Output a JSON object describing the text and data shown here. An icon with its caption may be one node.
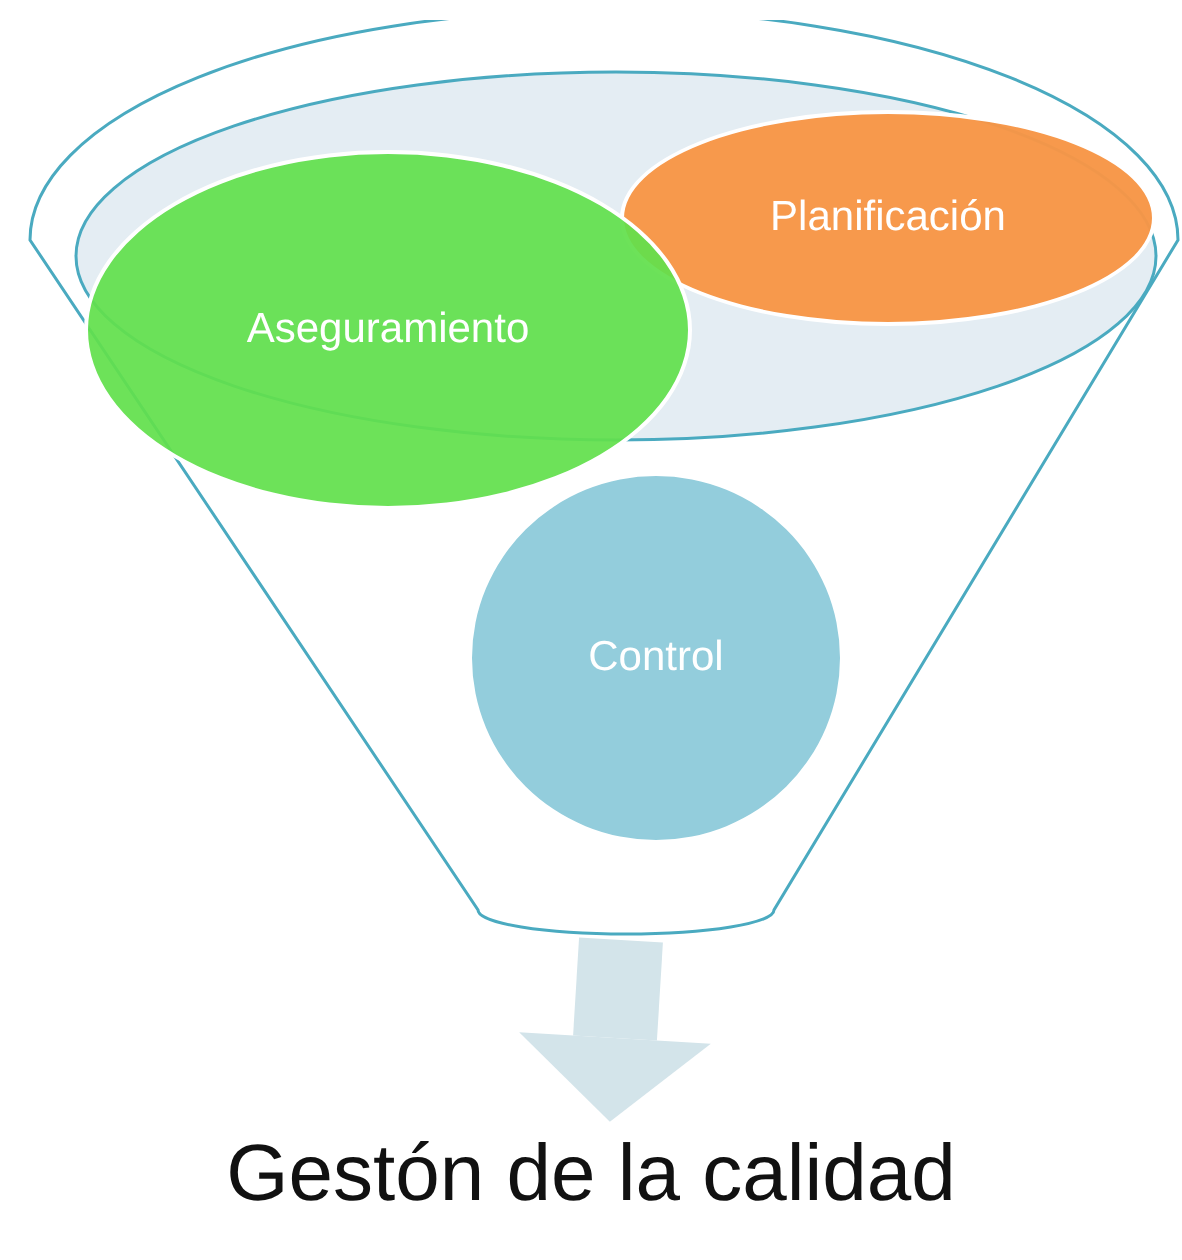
{
  "diagram": {
    "nodes": [
      {
        "text": [],
        "shape": "funnel"
      },
      {
        "text": [
          "Planificación"
        ],
        "in": 0
      },
      {
        "text": [
          "Aseguramiento"
        ],
        "in": 0
      },
      {
        "text": [
          "Control"
        ],
        "in": 0
      },
      {
        "text": [
          "Gestón de la calidad"
        ]
      }
    ],
    "edges": [
      {
        "from": 0,
        "to": 4,
        "arrow": "to"
      }
    ]
  }
}
